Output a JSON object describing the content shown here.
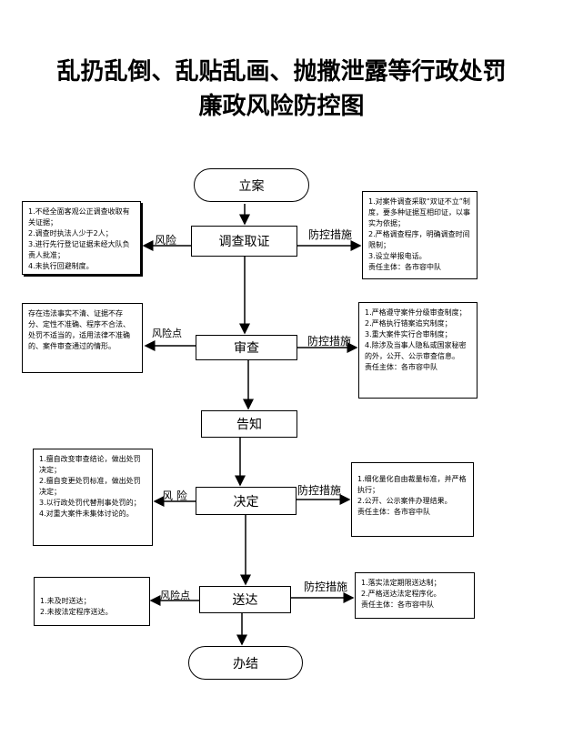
{
  "title": {
    "line1": "乱扔乱倒、乱贴乱画、抛撒泄露等行政处罚",
    "line2": "廉政风险防控图"
  },
  "steps": {
    "start": "立案",
    "investigate": "调查取证",
    "review": "审查",
    "notify": "告知",
    "decide": "决定",
    "deliver": "送达",
    "end": "办结"
  },
  "labels": {
    "risk1": "风险",
    "control1": "防控措施",
    "risk2": "风险点",
    "control2": "防控措施",
    "risk3": "风  险",
    "control3": "防控措施",
    "risk4": "风险点",
    "control4": "防控措施"
  },
  "risks": {
    "investigate": [
      "1.不经全面客观公正调查收取有关证据；",
      "2.调查时执法人少于2人；",
      "3.进行先行登记证据未经大队负责人批准；",
      "4.未执行回避制度。"
    ],
    "review": [
      "存在违法事实不清、证据不存分、定性不准确、程序不合法、处罚不适当的，适用法律不准确的、案件审查通过的情形。"
    ],
    "decide": [
      "1.擅自改变审查结论，做出处罚决定；",
      "2.擅自变更处罚标准，做出处罚决定；",
      "3.以行政处罚代替刑事处罚的；",
      "4.对重大案件未集体讨论的。"
    ],
    "deliver": [
      "1.未及时送达；",
      "2.未按法定程序送达。"
    ]
  },
  "controls": {
    "investigate": [
      "1.对案件调查采取“双证不立”制度，要多种证据互相印证，以事实为依据；",
      "2.严格调查程序，明确调查时间限制；",
      "3.设立举报电话。",
      "    责任主体：各市容中队"
    ],
    "review": [
      "1.严格遵守案件分级审查制度；",
      "2.严格执行错案追究制度；",
      "3.重大案件实行合审制度；",
      "4.除涉及当事人隐私或国家秘密的外，公开、公示审查信息。",
      "责任主体：各市容中队"
    ],
    "decide": [
      "1.细化量化自由裁量标准，并严格执行；",
      "2.公开、公示案件办理结果。",
      "",
      "责任主体：各市容中队"
    ],
    "deliver": [
      "1.落实法定期限送达制；",
      "2.严格送达法定程序化。",
      "责任主体：各市容中队"
    ]
  }
}
